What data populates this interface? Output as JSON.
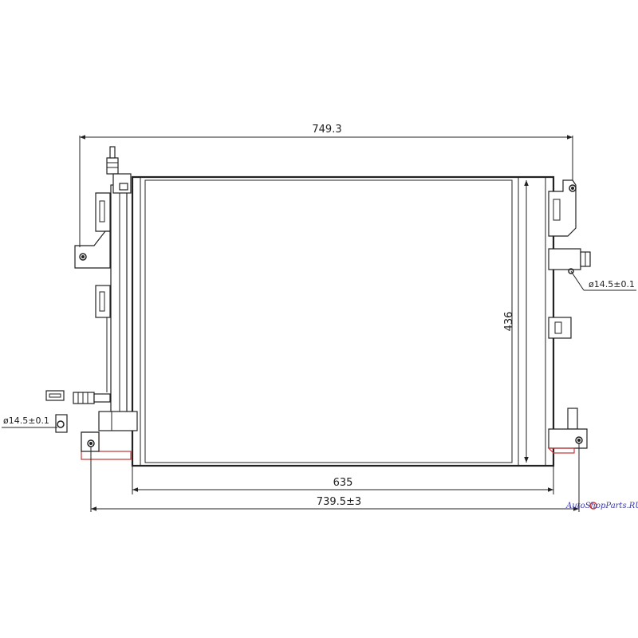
{
  "dimensions": {
    "overall_width": "749.3",
    "core_width": "635",
    "mount_width": "739.5±3",
    "core_height": "436",
    "pipe_right": "ø14.5±0.1",
    "pipe_left": "ø14.5±0.1"
  },
  "watermark": "AutoShopParts.RU",
  "colors": {
    "line": "#222222",
    "highlight": "#c43a3a",
    "watermark": "#3a3aa8"
  }
}
